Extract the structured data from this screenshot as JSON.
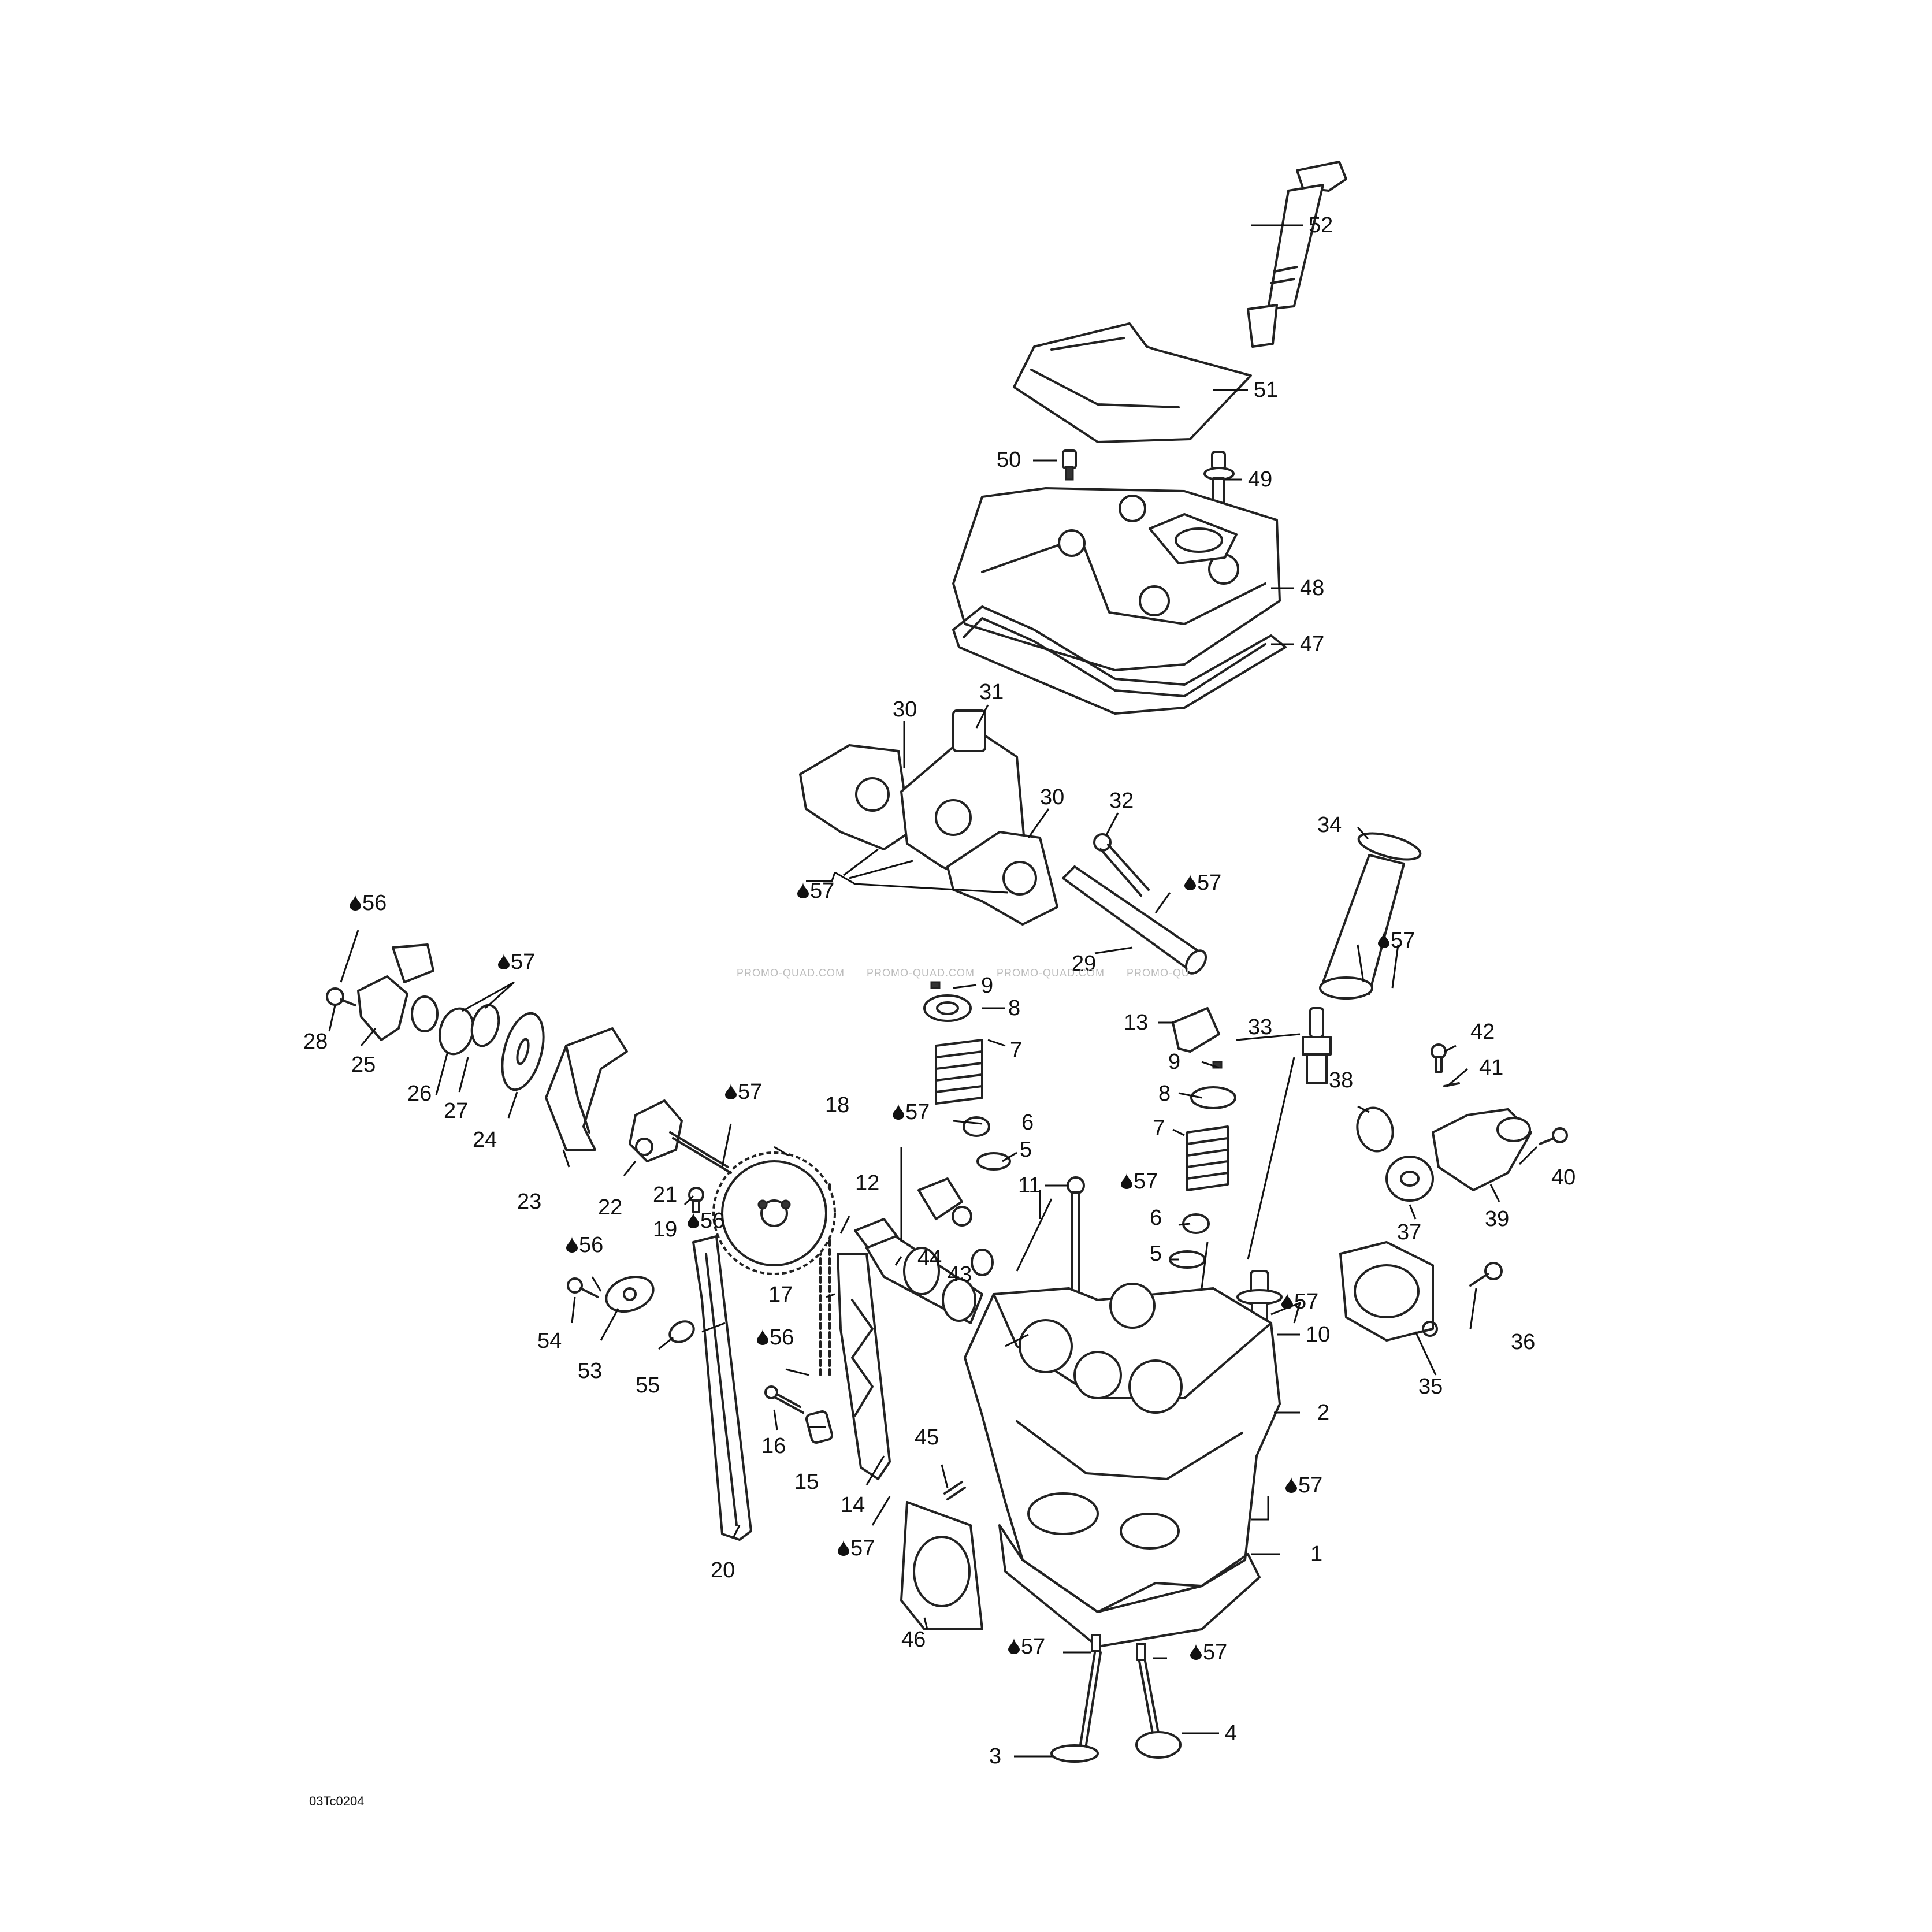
{
  "diagram_code": "03Tc0204",
  "watermark": [
    "PROMO-QUAD.COM",
    "PROMO-QUAD.COM",
    "PROMO-QUAD.COM",
    "PROMO-QU"
  ],
  "callouts": {
    "c1": "1",
    "c2": "2",
    "c3": "3",
    "c4": "4",
    "c5a": "5",
    "c5b": "5",
    "c6a": "6",
    "c6b": "6",
    "c7a": "7",
    "c7b": "7",
    "c8a": "8",
    "c8b": "8",
    "c9a": "9",
    "c9b": "9",
    "c10": "10",
    "c11": "11",
    "c12": "12",
    "c13": "13",
    "c14": "14",
    "c15": "15",
    "c16": "16",
    "c17": "17",
    "c18": "18",
    "c19": "19",
    "c20": "20",
    "c21": "21",
    "c22": "22",
    "c23": "23",
    "c24": "24",
    "c25": "25",
    "c26": "26",
    "c27": "27",
    "c28": "28",
    "c29": "29",
    "c30a": "30",
    "c30b": "30",
    "c31": "31",
    "c32": "32",
    "c33": "33",
    "c34": "34",
    "c35": "35",
    "c36": "36",
    "c37": "37",
    "c38": "38",
    "c39": "39",
    "c40": "40",
    "c41": "41",
    "c42": "42",
    "c43": "43",
    "c44": "44",
    "c45": "45",
    "c46": "46",
    "c47": "47",
    "c48": "48",
    "c49": "49",
    "c50": "50",
    "c51": "51",
    "c52": "52",
    "c53": "53",
    "c54": "54",
    "c55": "55"
  },
  "lubricant_refs": {
    "l56a": "56",
    "l56b": "56",
    "l56c": "56",
    "l56d": "56",
    "l57a": "57",
    "l57b": "57",
    "l57c": "57",
    "l57d": "57",
    "l57e": "57",
    "l57f": "57",
    "l57g": "57",
    "l57h": "57",
    "l57i": "57",
    "l57j": "57",
    "l57k": "57",
    "l57l": "57"
  }
}
